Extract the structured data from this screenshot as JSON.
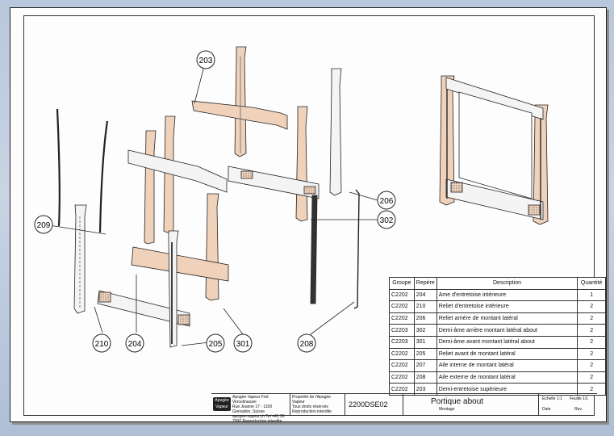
{
  "callouts": [
    "203",
    "206",
    "302",
    "209",
    "210",
    "204",
    "205",
    "301",
    "208"
  ],
  "bom": {
    "headers": [
      "Groupe",
      "Repère",
      "Description",
      "Quantité"
    ],
    "rows": [
      [
        "C2202",
        "204",
        "Ame d'entretoise intérieure",
        "1"
      ],
      [
        "C2202",
        "210",
        "Reliet d'entretoise intérieure",
        "2"
      ],
      [
        "C2202",
        "206",
        "Reliet arrière de montant latéral",
        "2"
      ],
      [
        "C2203",
        "302",
        "Demi-âme arrière montant latéral about",
        "2"
      ],
      [
        "C2203",
        "301",
        "Demi-âme avant montant latéral about",
        "2"
      ],
      [
        "C2202",
        "205",
        "Reliet avant de montant latéral",
        "2"
      ],
      [
        "C2202",
        "207",
        "Aile interne de montant latéral",
        "2"
      ],
      [
        "C2202",
        "208",
        "Aile externe de montant latéral",
        "2"
      ],
      [
        "C2202",
        "203",
        "Demi-entretoise supérieure",
        "2"
      ]
    ]
  },
  "title_block": {
    "logo_text": "Apogée Vapeur",
    "company_lines": [
      "Apogée Vapeur Fret Vercelinasser",
      "Rue Jeanne 17 - 1100 Grenadon, Suisse",
      "apogee-vapeur.ch Tel +41 26 7000 Reproduction interdite"
    ],
    "owner_lines": [
      "Propriété de l'Apogée Vapeur",
      "Tous droits réservés",
      "Reproduction interdite"
    ],
    "drawing_code": "2200DSE02",
    "title": "Portique about",
    "subtitle": "Montage",
    "scale_label": "Echelle 1:1",
    "sheet_label": "Feuille 1/1",
    "date_label": "Date",
    "rev_label": "Rev."
  },
  "colors": {
    "wood": "#f0d2bb",
    "line": "#222222",
    "sheet": "#fdfdfd"
  }
}
